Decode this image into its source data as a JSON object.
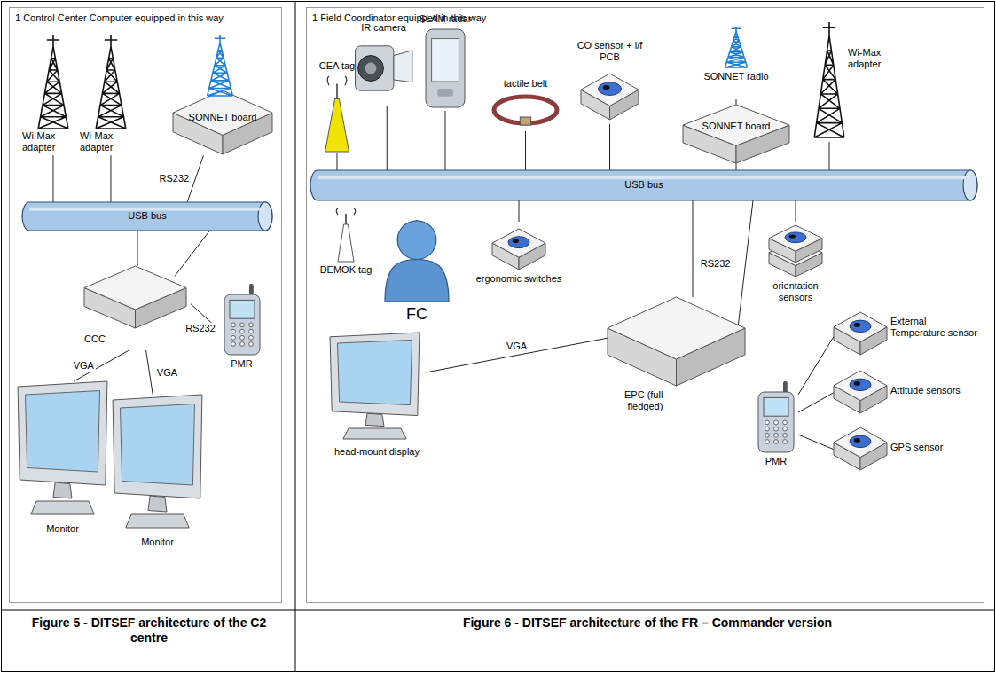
{
  "diagram": {
    "nodes": [
      {
        "text": [
          "1 Control Center Computer equipped in this way"
        ]
      },
      {
        "text": [
          "Wi-Max adapter"
        ],
        "in": 0
      },
      {
        "text": [
          "Wi-Max adapter"
        ],
        "in": 0
      },
      {
        "text": [
          "SONNET board"
        ],
        "in": 0
      },
      {
        "text": [
          "USB bus"
        ],
        "in": 0
      },
      {
        "text": [
          "CCC"
        ],
        "in": 0
      },
      {
        "text": [
          "PMR"
        ],
        "in": 0
      },
      {
        "text": [
          "Monitor"
        ],
        "in": 0
      },
      {
        "text": [
          "Monitor"
        ],
        "in": 0
      },
      {
        "text": [
          "1 Field Coordinator equipped in this way"
        ]
      },
      {
        "text": [
          "CEA tag"
        ],
        "in": 9
      },
      {
        "text": [
          "IR camera"
        ],
        "in": 9
      },
      {
        "text": [
          "SLAM radar"
        ],
        "in": 9
      },
      {
        "text": [
          "tactile belt"
        ],
        "in": 9
      },
      {
        "text": [
          "CO sensor + i/f PCB"
        ],
        "in": 9
      },
      {
        "text": [
          "SONNET radio"
        ],
        "in": 9
      },
      {
        "text": [
          "Wi-Max adapter"
        ],
        "in": 9
      },
      {
        "text": [
          "SONNET board"
        ],
        "in": 9
      },
      {
        "text": [
          "USB bus"
        ],
        "in": 9
      },
      {
        "text": [
          "DEMOK tag"
        ],
        "in": 9
      },
      {
        "text": [
          "FC"
        ],
        "in": 9
      },
      {
        "text": [
          "ergonomic switches"
        ],
        "in": 9
      },
      {
        "text": [
          "orientation sensors"
        ],
        "in": 9
      },
      {
        "text": [
          "EPC (full-fledged)"
        ],
        "in": 9
      },
      {
        "text": [
          "head-mount display"
        ],
        "in": 9
      },
      {
        "text": [
          "External Temperature sensor"
        ],
        "in": 9
      },
      {
        "text": [
          "PMR"
        ],
        "in": 9
      },
      {
        "text": [
          "Attitude sensors"
        ],
        "in": 9
      },
      {
        "text": [
          "GPS sensor"
        ],
        "in": 9
      }
    ],
    "edges": [
      {
        "from": 1,
        "to": 4,
        "arrow": "none"
      },
      {
        "from": 2,
        "to": 4,
        "arrow": "none"
      },
      {
        "from": 3,
        "to": 4,
        "label": "RS232",
        "arrow": "none"
      },
      {
        "from": 4,
        "to": 5,
        "arrow": "none"
      },
      {
        "from": 4,
        "to": 5,
        "arrow": "none"
      },
      {
        "from": 5,
        "to": 6,
        "label": "RS232",
        "arrow": "none"
      },
      {
        "from": 5,
        "to": 7,
        "label": "VGA",
        "arrow": "none"
      },
      {
        "from": 5,
        "to": 8,
        "label": "VGA",
        "arrow": "none"
      },
      {
        "from": 10,
        "to": 18,
        "arrow": "none"
      },
      {
        "from": 11,
        "to": 18,
        "arrow": "none"
      },
      {
        "from": 12,
        "to": 18,
        "arrow": "none"
      },
      {
        "from": 13,
        "to": 18,
        "arrow": "none"
      },
      {
        "from": 14,
        "to": 18,
        "arrow": "none"
      },
      {
        "from": 15,
        "to": 17,
        "arrow": "none"
      },
      {
        "from": 17,
        "to": 18,
        "arrow": "none"
      },
      {
        "from": 16,
        "to": 18,
        "arrow": "none"
      },
      {
        "from": 18,
        "to": 21,
        "arrow": "none"
      },
      {
        "from": 18,
        "to": 23,
        "arrow": "none"
      },
      {
        "from": 18,
        "to": 23,
        "label": "RS232",
        "arrow": "none"
      },
      {
        "from": 18,
        "to": 22,
        "arrow": "none"
      },
      {
        "from": 23,
        "to": 24,
        "label": "VGA",
        "arrow": "none"
      },
      {
        "from": 26,
        "to": 25,
        "arrow": "none"
      },
      {
        "from": 26,
        "to": 27,
        "arrow": "none"
      },
      {
        "from": 26,
        "to": 28,
        "arrow": "none"
      }
    ],
    "labels": [
      "Figure 5 - DITSEF architecture of the C2 centre",
      "Figure 6 - DITSEF architecture of the FR – Commander version"
    ]
  }
}
